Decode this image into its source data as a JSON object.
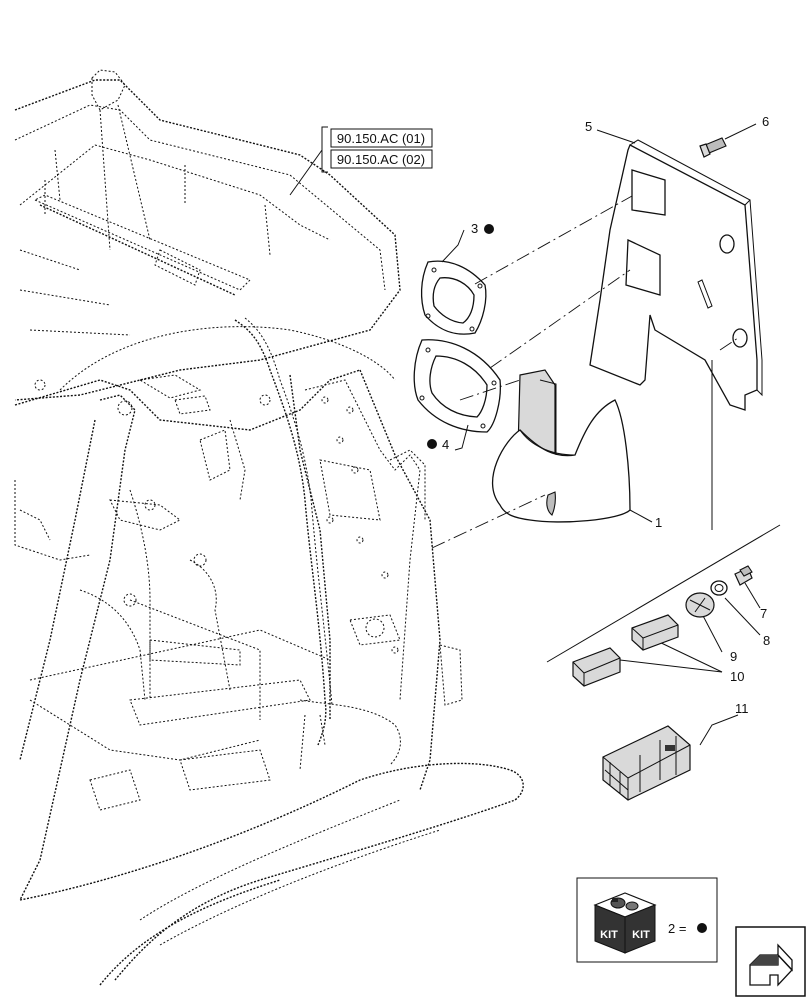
{
  "references": [
    "90.150.AC (01)",
    "90.150.AC (02)"
  ],
  "callouts": {
    "c1": "1",
    "c3": "3",
    "c4": "4",
    "c5": "5",
    "c6": "6",
    "c7": "7",
    "c8": "8",
    "c9": "9",
    "c10": "10",
    "c11": "11"
  },
  "legend": {
    "kit_left": "KIT",
    "kit_right": "KIT",
    "equation": "2 ="
  },
  "icons": {
    "kit": "kit-box-icon",
    "next": "next-page-arrow-icon",
    "bullet": "filled-dot-icon"
  }
}
